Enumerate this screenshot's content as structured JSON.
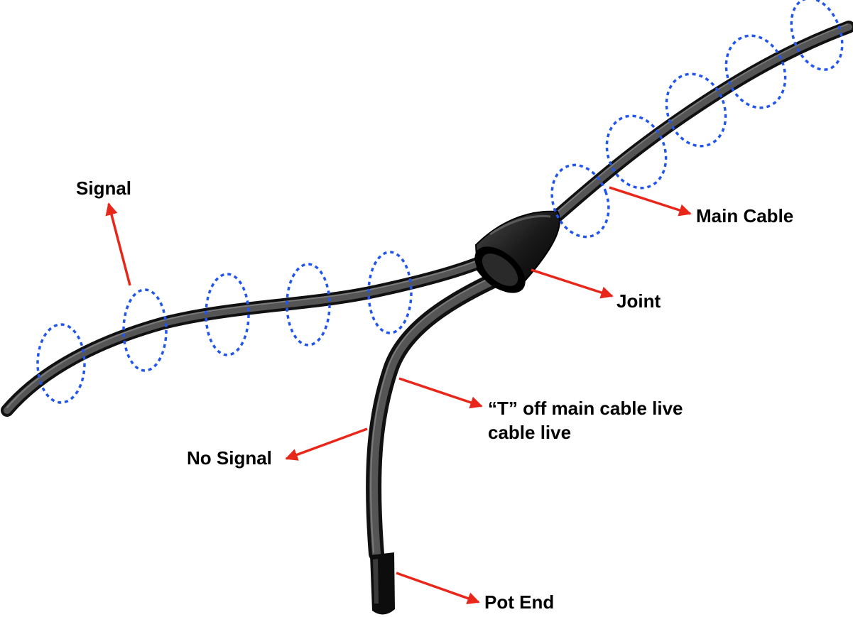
{
  "labels": {
    "signal": "Signal",
    "main_cable": "Main Cable",
    "joint": "Joint",
    "t_off_line1": "“T” off main cable live",
    "t_off_line2": "cable live",
    "no_signal": "No Signal",
    "pot_end": "Pot End"
  },
  "colors": {
    "cable": "#2e2e2e",
    "signal_rings": "#2255ee",
    "arrows": "#e8261a",
    "text": "#000000"
  }
}
